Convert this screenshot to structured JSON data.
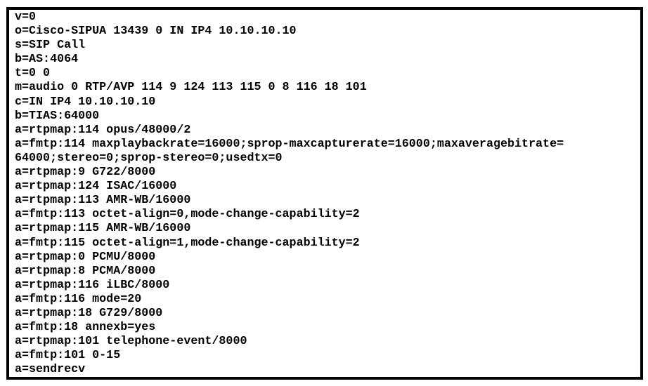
{
  "sdp": {
    "lines": [
      "v=0",
      "o=Cisco-SIPUA 13439 0 IN IP4 10.10.10.10",
      "s=SIP Call",
      "b=AS:4064",
      "t=0 0",
      "m=audio 0 RTP/AVP 114 9 124 113 115 0 8 116 18 101",
      "c=IN IP4 10.10.10.10",
      "b=TIAS:64000",
      "a=rtpmap:114 opus/48000/2",
      "a=fmtp:114 maxplaybackrate=16000;sprop-maxcapturerate=16000;maxaveragebitrate=",
      "64000;stereo=0;sprop-stereo=0;usedtx=0",
      "a=rtpmap:9 G722/8000",
      "a=rtpmap:124 ISAC/16000",
      "a=rtpmap:113 AMR-WB/16000",
      "a=fmtp:113 octet-align=0,mode-change-capability=2",
      "a=rtpmap:115 AMR-WB/16000",
      "a=fmtp:115 octet-align=1,mode-change-capability=2",
      "a=rtpmap:0 PCMU/8000",
      "a=rtpmap:8 PCMA/8000",
      "a=rtpmap:116 iLBC/8000",
      "a=fmtp:116 mode=20",
      "a=rtpmap:18 G729/8000",
      "a=fmtp:18 annexb=yes",
      "a=rtpmap:101 telephone-event/8000",
      "a=fmtp:101 0-15",
      "a=sendrecv"
    ]
  }
}
